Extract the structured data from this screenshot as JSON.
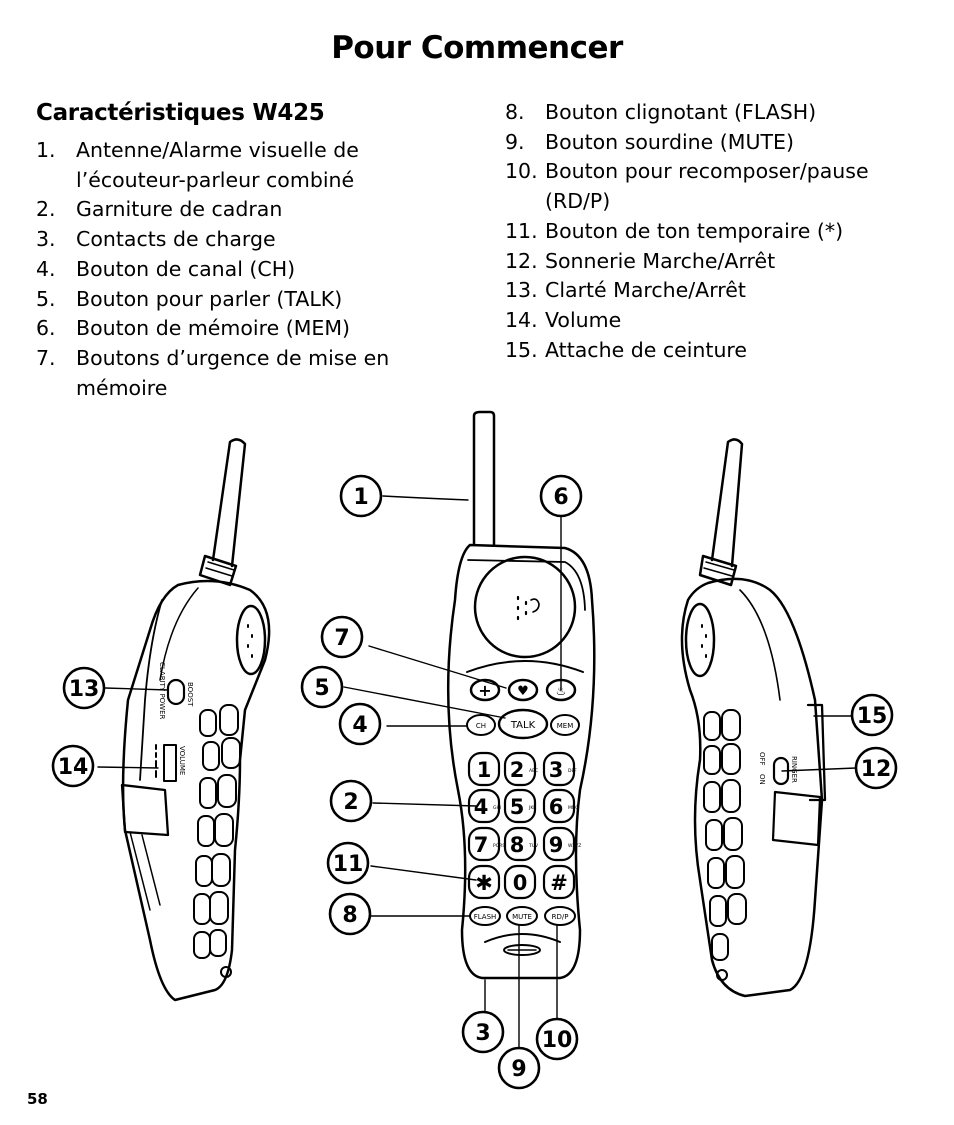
{
  "page": {
    "title": "Pour Commencer",
    "subtitle": "Caractéristiques W425",
    "page_number": "58"
  },
  "features_left": [
    {
      "num": "1.",
      "text": "Antenne/Alarme visuelle de l’écouteur-parleur combiné"
    },
    {
      "num": "2.",
      "text": "Garniture de cadran"
    },
    {
      "num": "3.",
      "text": "Contacts de charge"
    },
    {
      "num": "4.",
      "text": "Bouton de canal (CH)"
    },
    {
      "num": "5.",
      "text": "Bouton pour parler (TALK)"
    },
    {
      "num": "6.",
      "text": "Bouton de mémoire (MEM)"
    },
    {
      "num": "7.",
      "text": "Boutons d’urgence de mise en mémoire"
    }
  ],
  "features_right": [
    {
      "num": "8.",
      "text": "Bouton clignotant (FLASH)"
    },
    {
      "num": "9.",
      "text": "Bouton sourdine (MUTE)"
    },
    {
      "num": "10.",
      "text": "Bouton pour recomposer/pause (RD/P)"
    },
    {
      "num": "11.",
      "text": "Bouton de ton temporaire (*)"
    },
    {
      "num": "12.",
      "text": "Sonnerie Marche/Arrêt"
    },
    {
      "num": "13.",
      "text": "Clarté Marche/Arrêt"
    },
    {
      "num": "14.",
      "text": "Volume"
    },
    {
      "num": "15.",
      "text": "Attache de ceinture"
    }
  ],
  "diagram": {
    "callouts": [
      "1",
      "2",
      "3",
      "4",
      "5",
      "6",
      "7",
      "8",
      "9",
      "10",
      "11",
      "12",
      "13",
      "14",
      "15"
    ],
    "keypad": {
      "ch": "CH",
      "talk": "TALK",
      "mem": "MEM",
      "flash": "FLASH",
      "mute": "MUTE",
      "rdp": "RD/P",
      "keys": [
        {
          "digit": "1",
          "letters": ""
        },
        {
          "digit": "2",
          "letters": "ABC"
        },
        {
          "digit": "3",
          "letters": "DEF"
        },
        {
          "digit": "4",
          "letters": "GHI"
        },
        {
          "digit": "5",
          "letters": "JKL"
        },
        {
          "digit": "6",
          "letters": "MNO"
        },
        {
          "digit": "7",
          "letters": "PQRS"
        },
        {
          "digit": "8",
          "letters": "TUV"
        },
        {
          "digit": "9",
          "letters": "WXYZ"
        },
        {
          "digit": "✱",
          "letters": ""
        },
        {
          "digit": "0",
          "letters": ""
        },
        {
          "digit": "#",
          "letters": ""
        }
      ],
      "memory_plus": "+",
      "memory_heart": "♥",
      "memory_fire": "♨"
    },
    "side_left": {
      "boost": "BOOST",
      "clarity": "CLARITY POWER",
      "volume": "VOLUME"
    },
    "side_right": {
      "ringer": "RINGER",
      "off": "OFF",
      "on": "ON"
    }
  }
}
